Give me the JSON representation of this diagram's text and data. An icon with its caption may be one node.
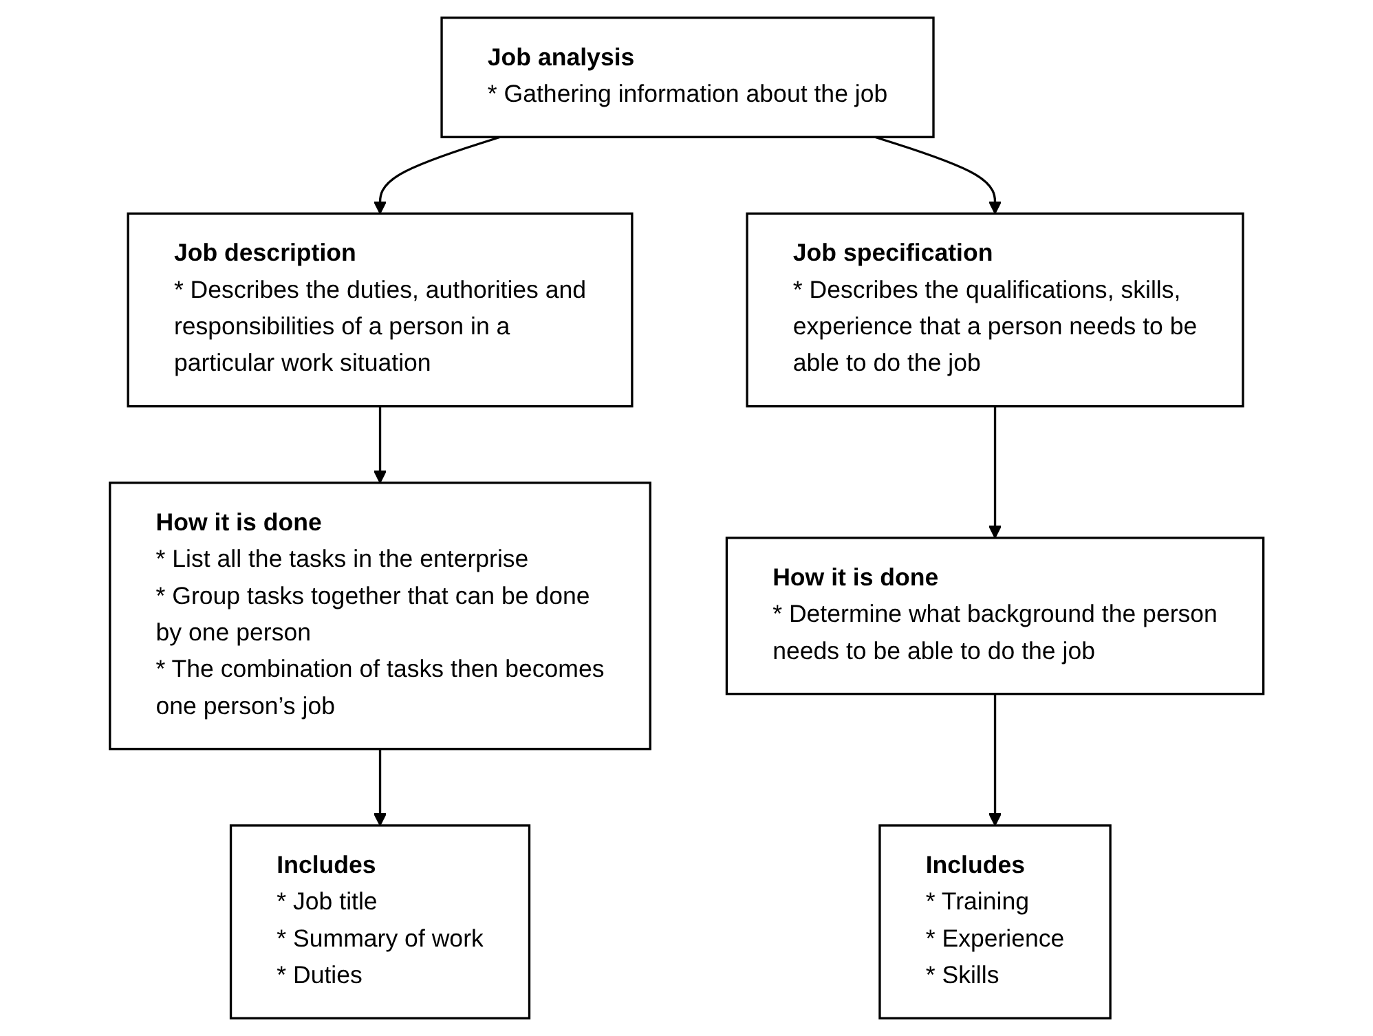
{
  "diagram": {
    "nodes": [
      {
        "text": [
          "Job analysis",
          "* Gathering information about the job"
        ]
      },
      {
        "text": [
          "Job description",
          "* Describes the duties, authorities and responsibilities of a person in a particular work situation"
        ]
      },
      {
        "text": [
          "Job specification",
          "* Describes the qualifications, skills, experience that a person needs to be able to do the job"
        ]
      },
      {
        "text": [
          "How it is done",
          "* List all the tasks in the enterprise",
          "* Group tasks together that can be done by one person",
          "* The combination of tasks then becomes one person’s job"
        ]
      },
      {
        "text": [
          "How it is done",
          "* Determine what background the person needs to be able to do the job"
        ]
      },
      {
        "text": [
          "Includes",
          "* Job title",
          "* Summary of work",
          "* Duties"
        ]
      },
      {
        "text": [
          "Includes",
          "* Training",
          "* Experience",
          "* Skills"
        ]
      }
    ],
    "edges": [
      {
        "from": 0,
        "to": 1,
        "arrow": "to"
      },
      {
        "from": 0,
        "to": 2,
        "arrow": "to"
      },
      {
        "from": 1,
        "to": 3,
        "arrow": "to"
      },
      {
        "from": 2,
        "to": 4,
        "arrow": "to"
      },
      {
        "from": 3,
        "to": 5,
        "arrow": "to"
      },
      {
        "from": 4,
        "to": 6,
        "arrow": "to"
      }
    ]
  }
}
